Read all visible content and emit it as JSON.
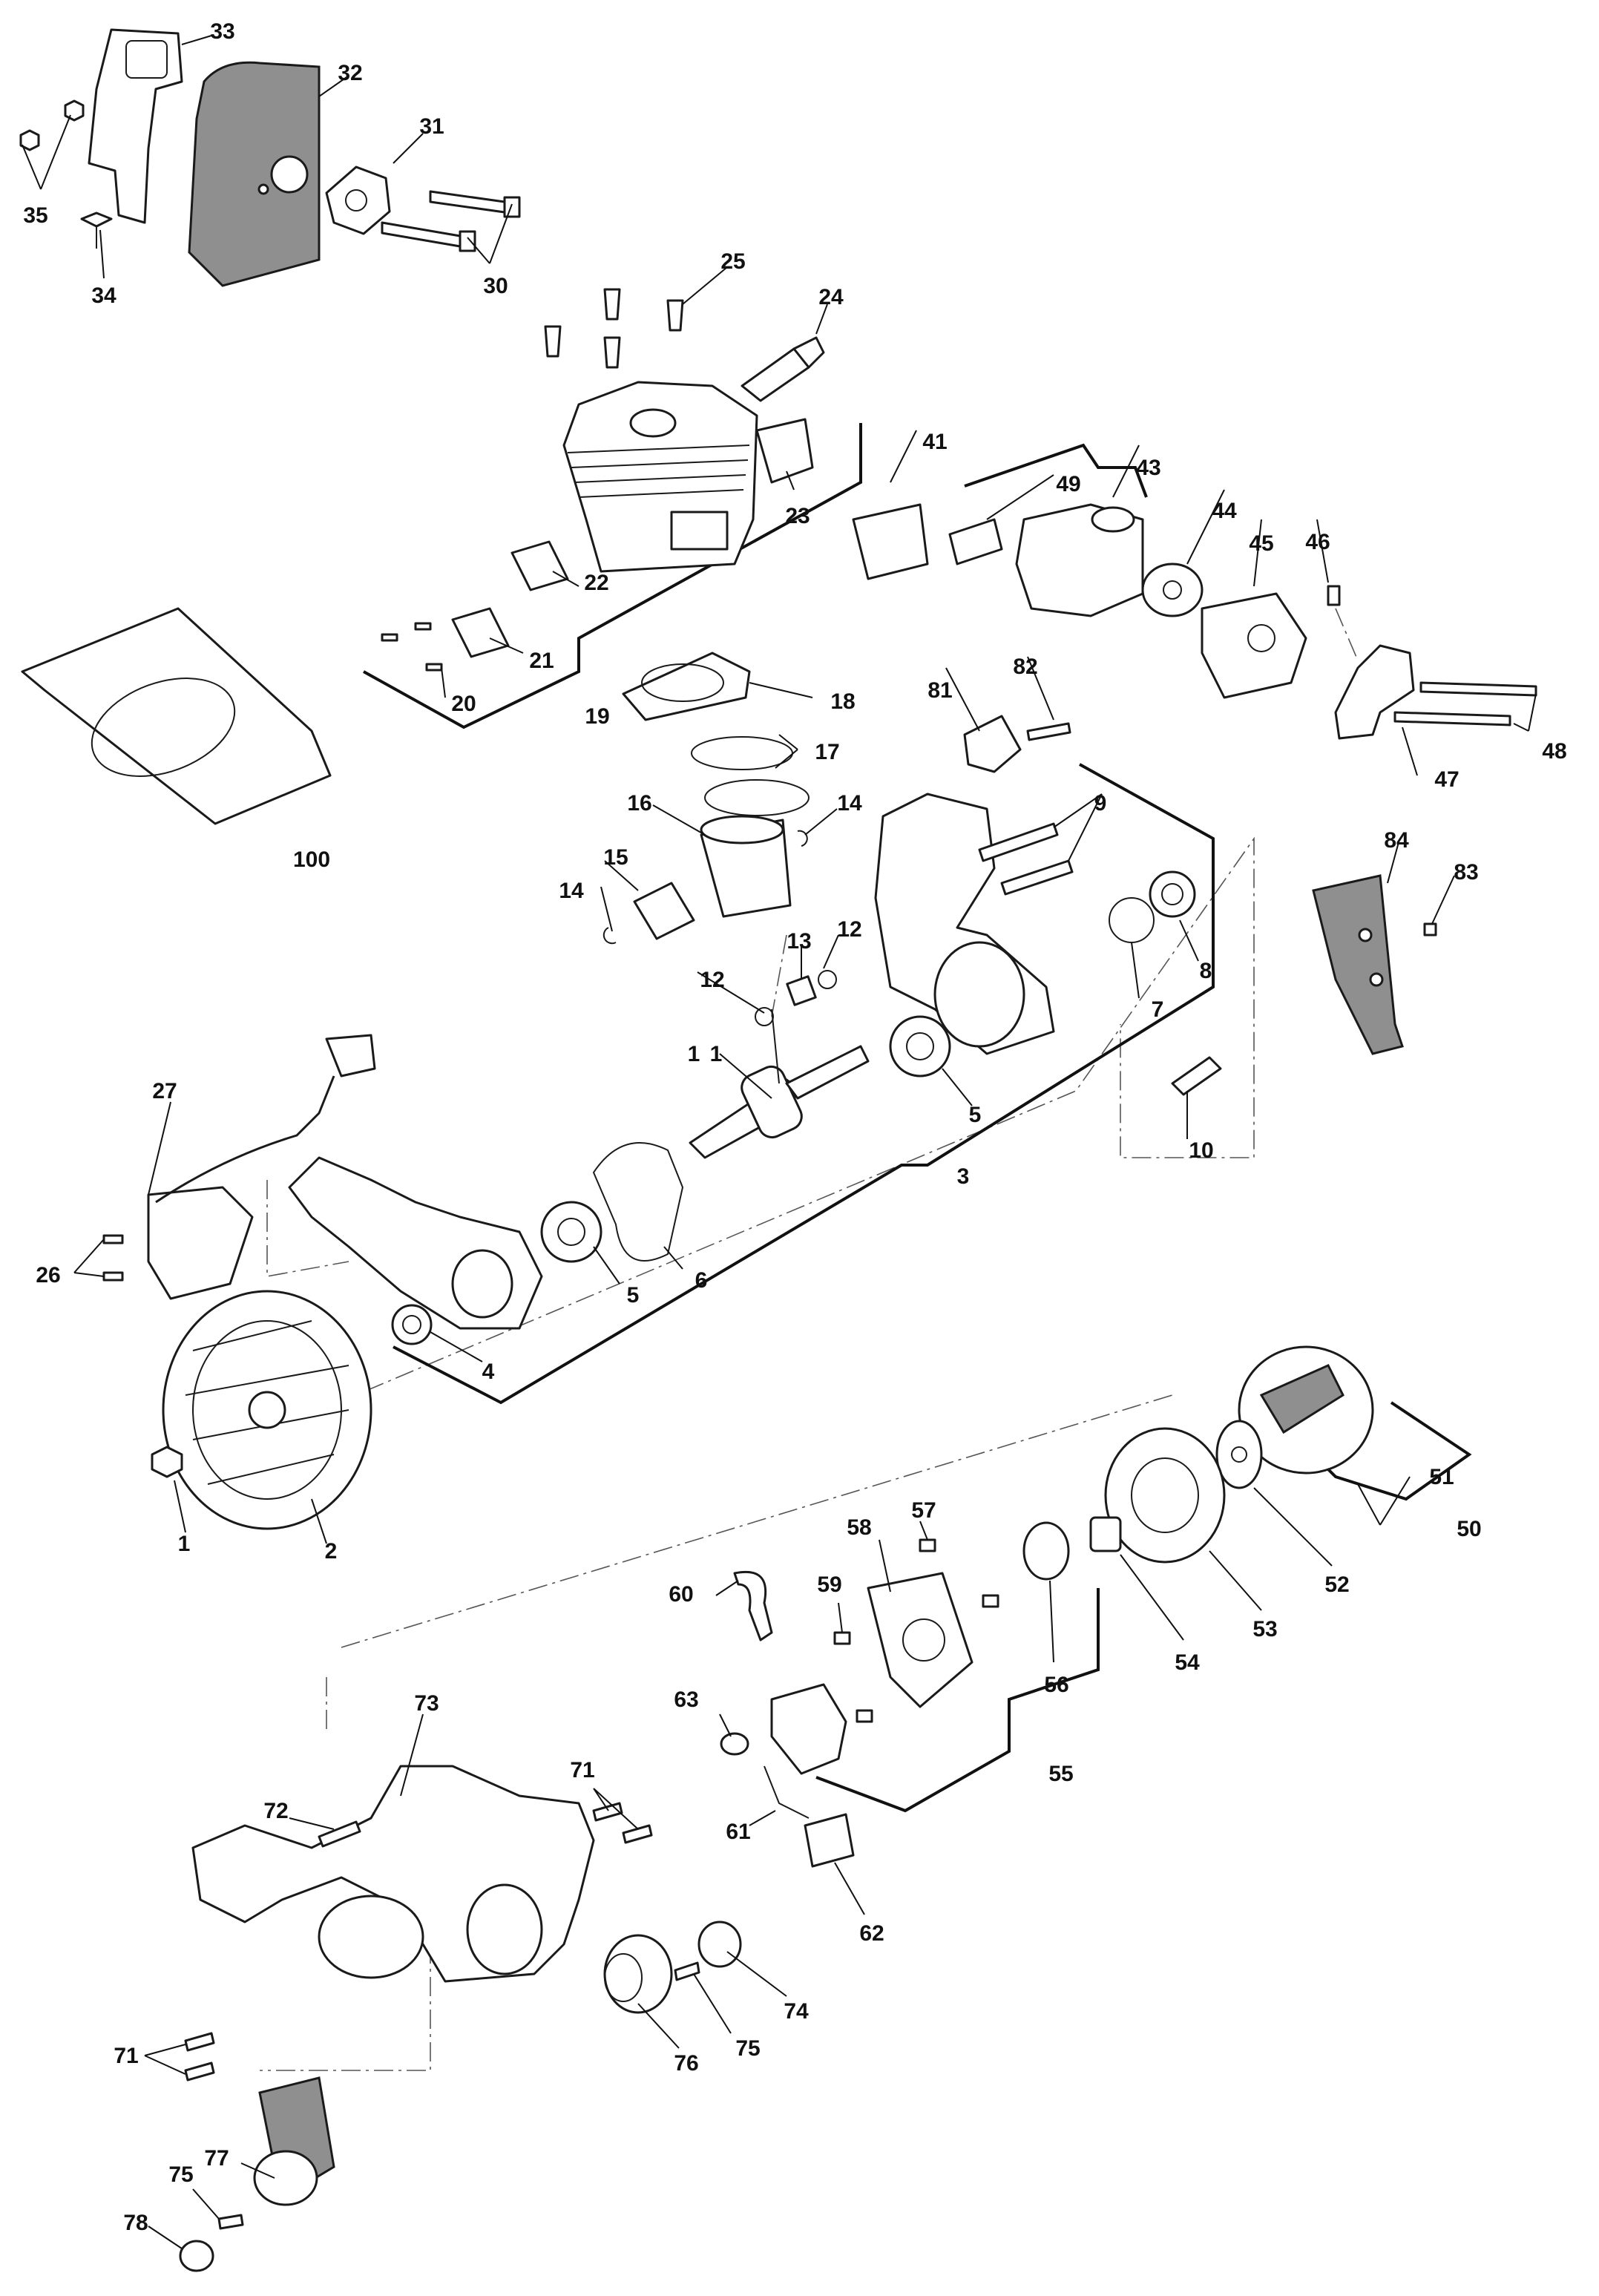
{
  "figure": {
    "type": "exploded-parts-diagram",
    "colors": {
      "line": "#1a1a1a",
      "fill": "#ffffff",
      "shaded_part": "#8f8f8f"
    }
  },
  "callouts": [
    "1",
    "1",
    "1",
    "2",
    "3",
    "4",
    "5",
    "5",
    "6",
    "7",
    "8",
    "9",
    "10",
    "12",
    "12",
    "13",
    "14",
    "14",
    "15",
    "16",
    "17",
    "18",
    "19",
    "20",
    "21",
    "22",
    "23",
    "24",
    "25",
    "26",
    "27",
    "30",
    "31",
    "32",
    "33",
    "34",
    "35",
    "41",
    "43",
    "44",
    "45",
    "46",
    "47",
    "48",
    "49",
    "50",
    "51",
    "52",
    "53",
    "54",
    "55",
    "56",
    "57",
    "58",
    "59",
    "60",
    "61",
    "62",
    "63",
    "71",
    "71",
    "72",
    "73",
    "74",
    "75",
    "75",
    "76",
    "77",
    "78",
    "81",
    "82",
    "83",
    "84",
    "100"
  ]
}
